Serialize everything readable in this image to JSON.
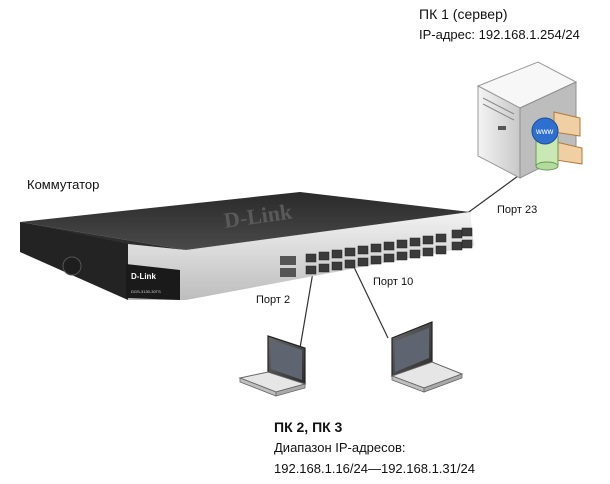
{
  "pc1": {
    "title": "ПК 1 (сервер)",
    "ip": "IP-адрес: 192.168.1.254/24",
    "www_badge": "www"
  },
  "switch": {
    "label": "Коммутатор",
    "brand": "D-Link",
    "model_label": "DGS-3130-30TS"
  },
  "ports": {
    "port23": "Порт 23",
    "port10": "Порт 10",
    "port2": "Порт 2"
  },
  "clients": {
    "title": "ПК 2, ПК 3",
    "range_label": "Диапазон IP-адресов:",
    "range": "192.168.1.16/24—192.168.1.31/24"
  },
  "colors": {
    "switch_body": "#3a3a3a",
    "switch_front": "#d9d9d9",
    "server_body": "#e6e6e6",
    "link_line": "#333333"
  }
}
